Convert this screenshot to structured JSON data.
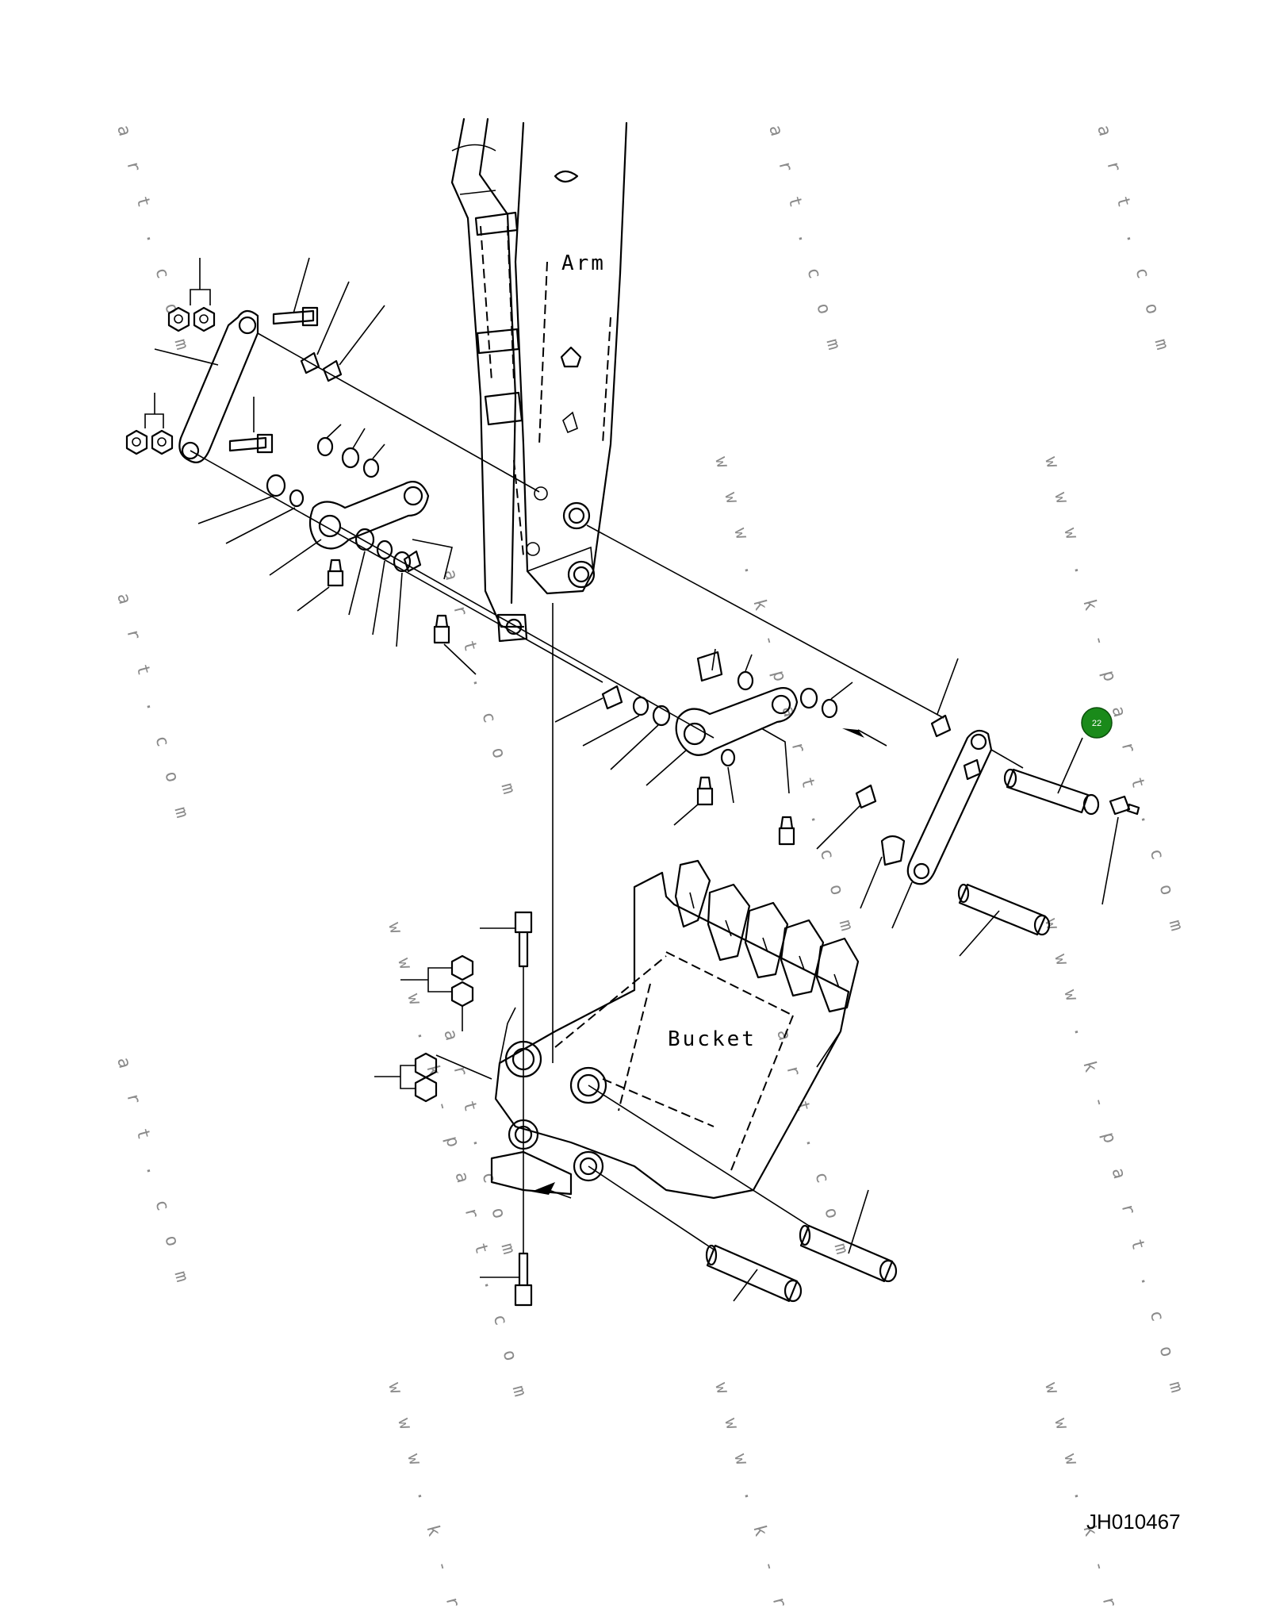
{
  "labels": {
    "arm": "Arm",
    "bucket": "Bucket"
  },
  "drawing_number": "JH010467",
  "callout": {
    "number": "22",
    "color": "#1a8a1a"
  },
  "watermarks": {
    "short": "a r t . c o m",
    "long": "w w w . k - p a r t . c o m",
    "truncated": "w w w . k - r"
  }
}
